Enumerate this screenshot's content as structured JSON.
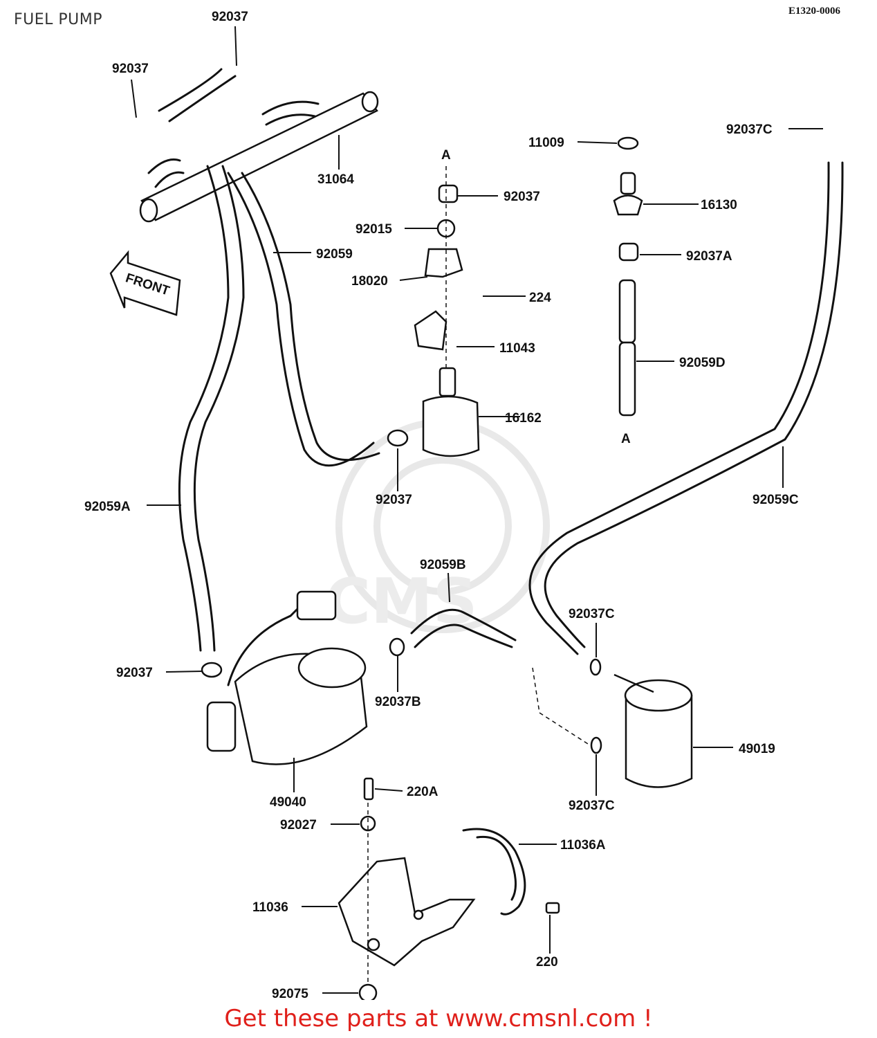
{
  "title": "FUEL PUMP",
  "ref_code": "E1320-0006",
  "footer": "Get these parts at www.cmsnl.com !",
  "front_label": "FRONT",
  "marker_a": "A",
  "colors": {
    "footer": "#e0201b",
    "ink": "#111111"
  },
  "parts": [
    {
      "id": "p1",
      "label": "92037"
    },
    {
      "id": "p2",
      "label": "92037"
    },
    {
      "id": "p3",
      "label": "31064"
    },
    {
      "id": "p4",
      "label": "92037"
    },
    {
      "id": "p5",
      "label": "92015"
    },
    {
      "id": "p6",
      "label": "18020"
    },
    {
      "id": "p7",
      "label": "224"
    },
    {
      "id": "p8",
      "label": "11043"
    },
    {
      "id": "p9",
      "label": "16162"
    },
    {
      "id": "p10",
      "label": "92037"
    },
    {
      "id": "p11",
      "label": "92059"
    },
    {
      "id": "p12",
      "label": "92059A"
    },
    {
      "id": "p13",
      "label": "11009"
    },
    {
      "id": "p14",
      "label": "16130"
    },
    {
      "id": "p15",
      "label": "92037A"
    },
    {
      "id": "p16",
      "label": "92059D"
    },
    {
      "id": "p17",
      "label": "92037C"
    },
    {
      "id": "p18",
      "label": "92059C"
    },
    {
      "id": "p19",
      "label": "92059B"
    },
    {
      "id": "p20",
      "label": "92037C"
    },
    {
      "id": "p21",
      "label": "92037"
    },
    {
      "id": "p22",
      "label": "92037B"
    },
    {
      "id": "p23",
      "label": "49040"
    },
    {
      "id": "p24",
      "label": "49019"
    },
    {
      "id": "p25",
      "label": "92037C"
    },
    {
      "id": "p26",
      "label": "220A"
    },
    {
      "id": "p27",
      "label": "92027"
    },
    {
      "id": "p28",
      "label": "11036A"
    },
    {
      "id": "p29",
      "label": "11036"
    },
    {
      "id": "p30",
      "label": "220"
    },
    {
      "id": "p31",
      "label": "92075"
    }
  ]
}
